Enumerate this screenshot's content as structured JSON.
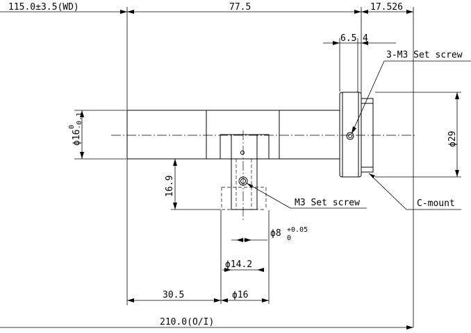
{
  "dimensions": {
    "working_distance": "115.0±3.5(WD)",
    "body_length": "77.5",
    "flange_length": "17.526",
    "ring_gap_a": "6.5",
    "ring_gap_b": "4",
    "tube_dia": "ϕ16",
    "tube_dia_upper_tol": "0",
    "tube_dia_lower_tol": "-0.1",
    "port_height": "16.9",
    "bore_dia": "ϕ8",
    "bore_upper_tol": "+0.05",
    "bore_lower_tol": "0",
    "collar_dia": "ϕ14.2",
    "port_dia": "ϕ16",
    "port_offset": "30.5",
    "total_length": "210.0(O/I)",
    "mount_dia": "ϕ29"
  },
  "callouts": {
    "set_screw_top": "3-M3 Set screw",
    "set_screw_port": "M3 Set screw",
    "mount": "C-mount"
  }
}
